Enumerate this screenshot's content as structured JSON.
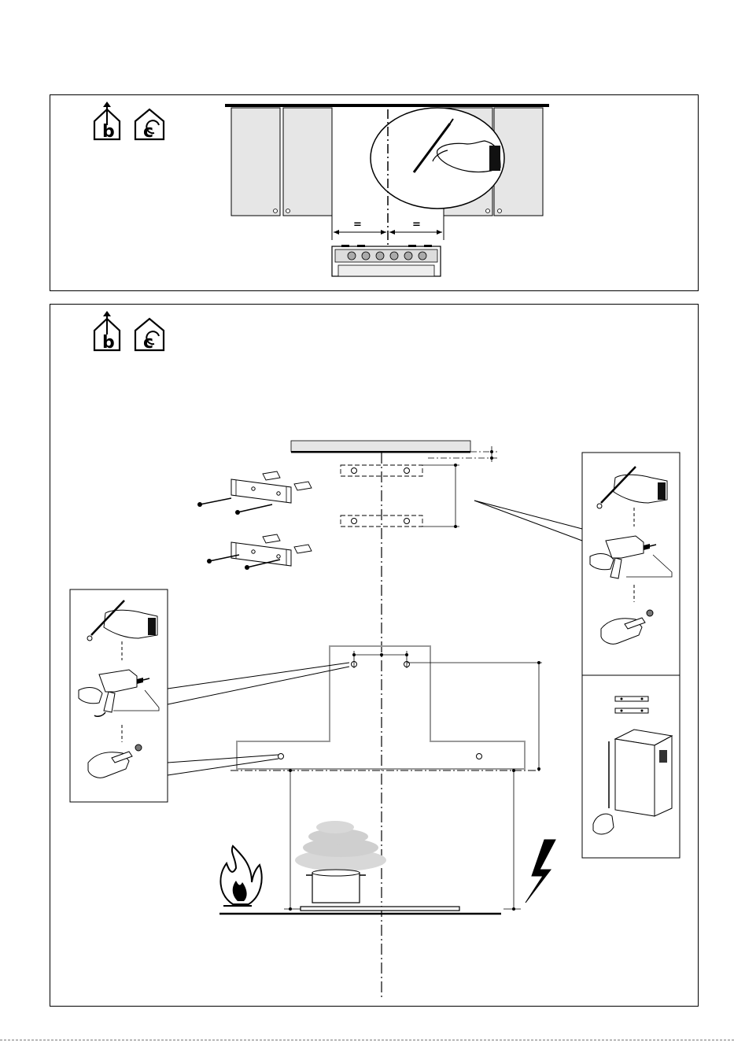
{
  "top_panel": {
    "mode_icons": [
      "ducted-mode-icon",
      "recirculation-mode-icon"
    ],
    "mode_letters": [
      "b",
      "c"
    ],
    "center_distance_labels": [
      "=",
      "="
    ]
  },
  "bottom_panel": {
    "mode_icons": [
      "ducted-mode-icon",
      "recirculation-mode-icon"
    ],
    "mode_letters": [
      "b",
      "c"
    ]
  },
  "colors": {
    "line": "#000000",
    "cabinet_fill": "#e6e6e6",
    "template_outline": "#9a9a9a",
    "steam": "#cfcfcf",
    "page_background": "#ffffff"
  }
}
